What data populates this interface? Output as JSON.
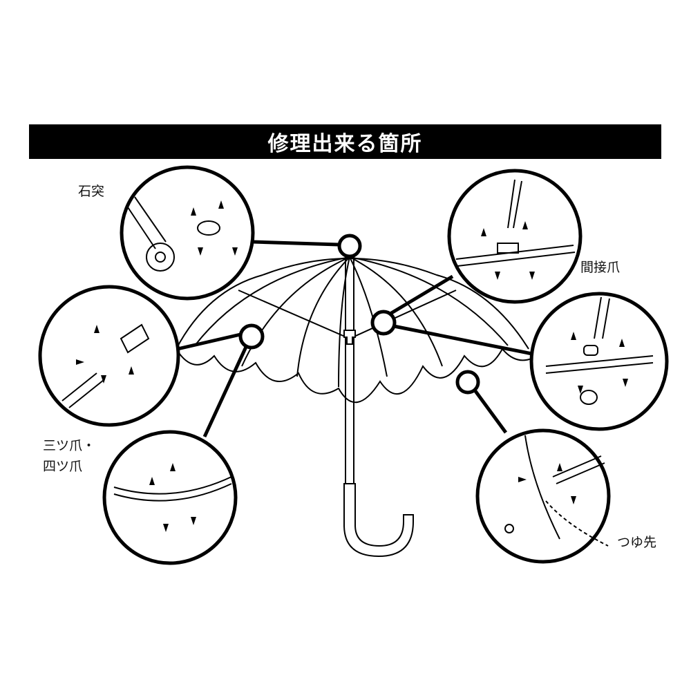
{
  "title": "修理出来る箇所",
  "labels": {
    "ferrule": "石突",
    "joint_claw": "間接爪",
    "claw_line1": "三ツ爪・",
    "claw_line2": "四ツ爪",
    "tip": "つゆ先"
  }
}
